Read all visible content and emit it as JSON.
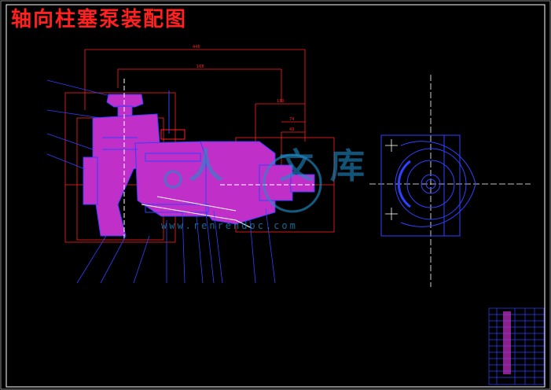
{
  "title": "轴向柱塞泵装配图",
  "watermark": {
    "chars": [
      "人",
      "文",
      "库"
    ],
    "url": "www.renrendoc.com"
  },
  "colors": {
    "background": "#000000",
    "frame": "#ffffff",
    "title": "#ff2020",
    "outline": "#3040ff",
    "section_fill": "#e040e0",
    "dimension": "#ff2020",
    "centerline": "#ffffff",
    "leader": "#3040ff",
    "watermark": "#1e8cc8"
  },
  "icons": [
    "pump-assembly-section",
    "end-view-flange",
    "title-block"
  ]
}
